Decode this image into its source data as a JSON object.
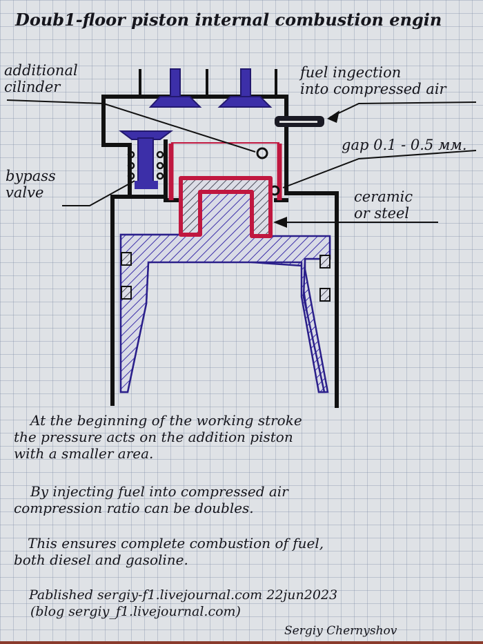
{
  "title": "Doub1-floor piston internal combustion engin",
  "labels": {
    "additional_cylinder": [
      "additional",
      "cilinder"
    ],
    "fuel_injection": [
      "fuel ingection",
      "into compressed air"
    ],
    "gap": "gap 0.1 - 0.5 мм.",
    "bypass_valve": [
      "bypass",
      "valve"
    ],
    "ceramic": [
      "ceramic",
      "or steel"
    ]
  },
  "paragraphs": {
    "p1": [
      "At the beginning of the working stroke",
      "the pressure acts on the addition piston",
      "with a smaller area."
    ],
    "p2": [
      "By injecting fuel into compressed air",
      "compression ratio can be doubles."
    ],
    "p3": [
      "This ensures complete combustion of fuel,",
      "both diesel and gasoline."
    ]
  },
  "footer": {
    "published": "Pablished sergiy-f1.livejournal.com 22jun2023",
    "blog": "(blog sergiy_f1.livejournal.com)",
    "author": "Sergiy Chernyshov"
  },
  "colors": {
    "ink": "#15151c",
    "blue": "#3c2fa8",
    "red": "#c0173f"
  }
}
